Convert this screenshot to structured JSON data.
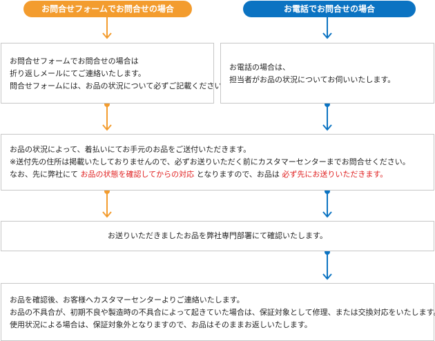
{
  "header": {
    "form_label": "お問合せフォームでお問合せの場合",
    "phone_label": "お電話でお問合せの場合"
  },
  "form_box": {
    "lines": [
      "お問合せフォームでお問合せの場合は",
      "折り返しメールにてご連絡いたします。",
      "問合せフォームには、お品の状況について必ずご記載ください。"
    ]
  },
  "phone_box": {
    "lines": [
      "お電話の場合は、",
      "担当者がお品の状況についてお伺いいたします。"
    ]
  },
  "send_box": {
    "line1": "お品の状況によって、着払いにてお手元のお品をご送付いただきます。",
    "line2": "※送付先の住所は掲載いたしておりませんので、必ずお送りいただく前にカスタマーセンターまでお問合せください。",
    "line3_a": "なお、先に弊社にて",
    "line3_red1": "お品の状態を確認してからの対応",
    "line3_b": "となりますので、お品は",
    "line3_red2": "必ず先にお送りいただきます。"
  },
  "confirm_box": {
    "text": "お送りいただきましたお品を弊社専門部署にて確認いたします。"
  },
  "contact_box": {
    "lines": [
      "お品を確認後、お客様へカスタマーセンターよりご連絡いたします。",
      "お品の不具合が、初期不良や製造時の不具合によって起きていた場合は、保証対象として修理、または交換対応をいたします。",
      "使用状況による場合は、保証対象外となりますので、お品はそのままお返しいたします。"
    ]
  },
  "colors": {
    "orange": "#f39c2e",
    "blue": "#0b73c2",
    "red": "#e02020",
    "border": "#c6c6c6"
  }
}
